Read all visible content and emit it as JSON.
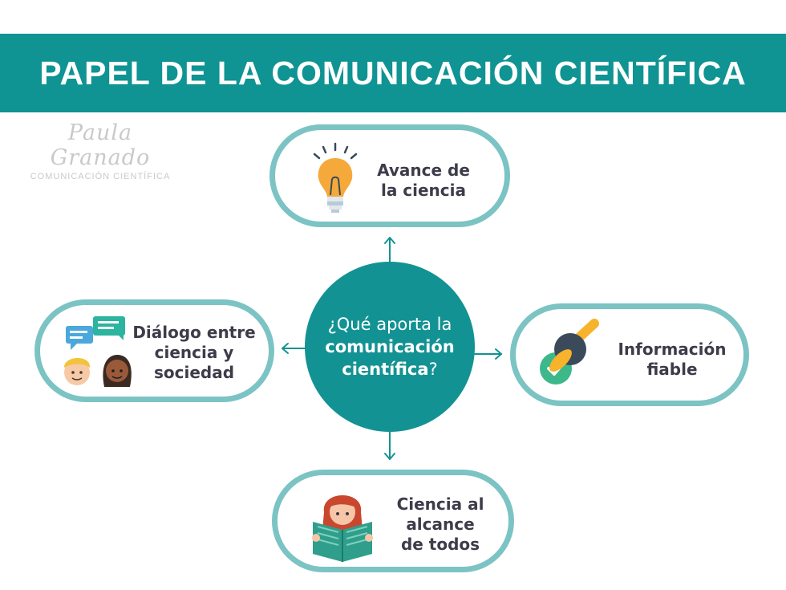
{
  "title": "PAPEL DE LA COMUNICACIÓN CIENTÍFICA",
  "brand": {
    "name": "Paula Granado",
    "subtitle": "COMUNICACIÓN CIENTÍFICA"
  },
  "center": {
    "line1": "¿Qué aporta la",
    "line2": "comunicación",
    "line3_bold": "científica",
    "line3_end": "?"
  },
  "nodes": {
    "top": {
      "label": "Avance de\nla ciencia",
      "icon": "lightbulb-icon"
    },
    "right": {
      "label": "Información\nfiable",
      "icon": "approval-stamp-icon"
    },
    "bottom": {
      "label": "Ciencia al\nalcance\nde todos",
      "icon": "reading-girl-icon"
    },
    "left": {
      "label": "Diálogo entre\nciencia y\nsociedad",
      "icon": "people-dialogue-icon"
    }
  },
  "colors": {
    "banner": "#0f9393",
    "center": "#139293",
    "pill_border": "#7cc3c4",
    "arrow": "#139293",
    "label": "#3c3c4a"
  }
}
